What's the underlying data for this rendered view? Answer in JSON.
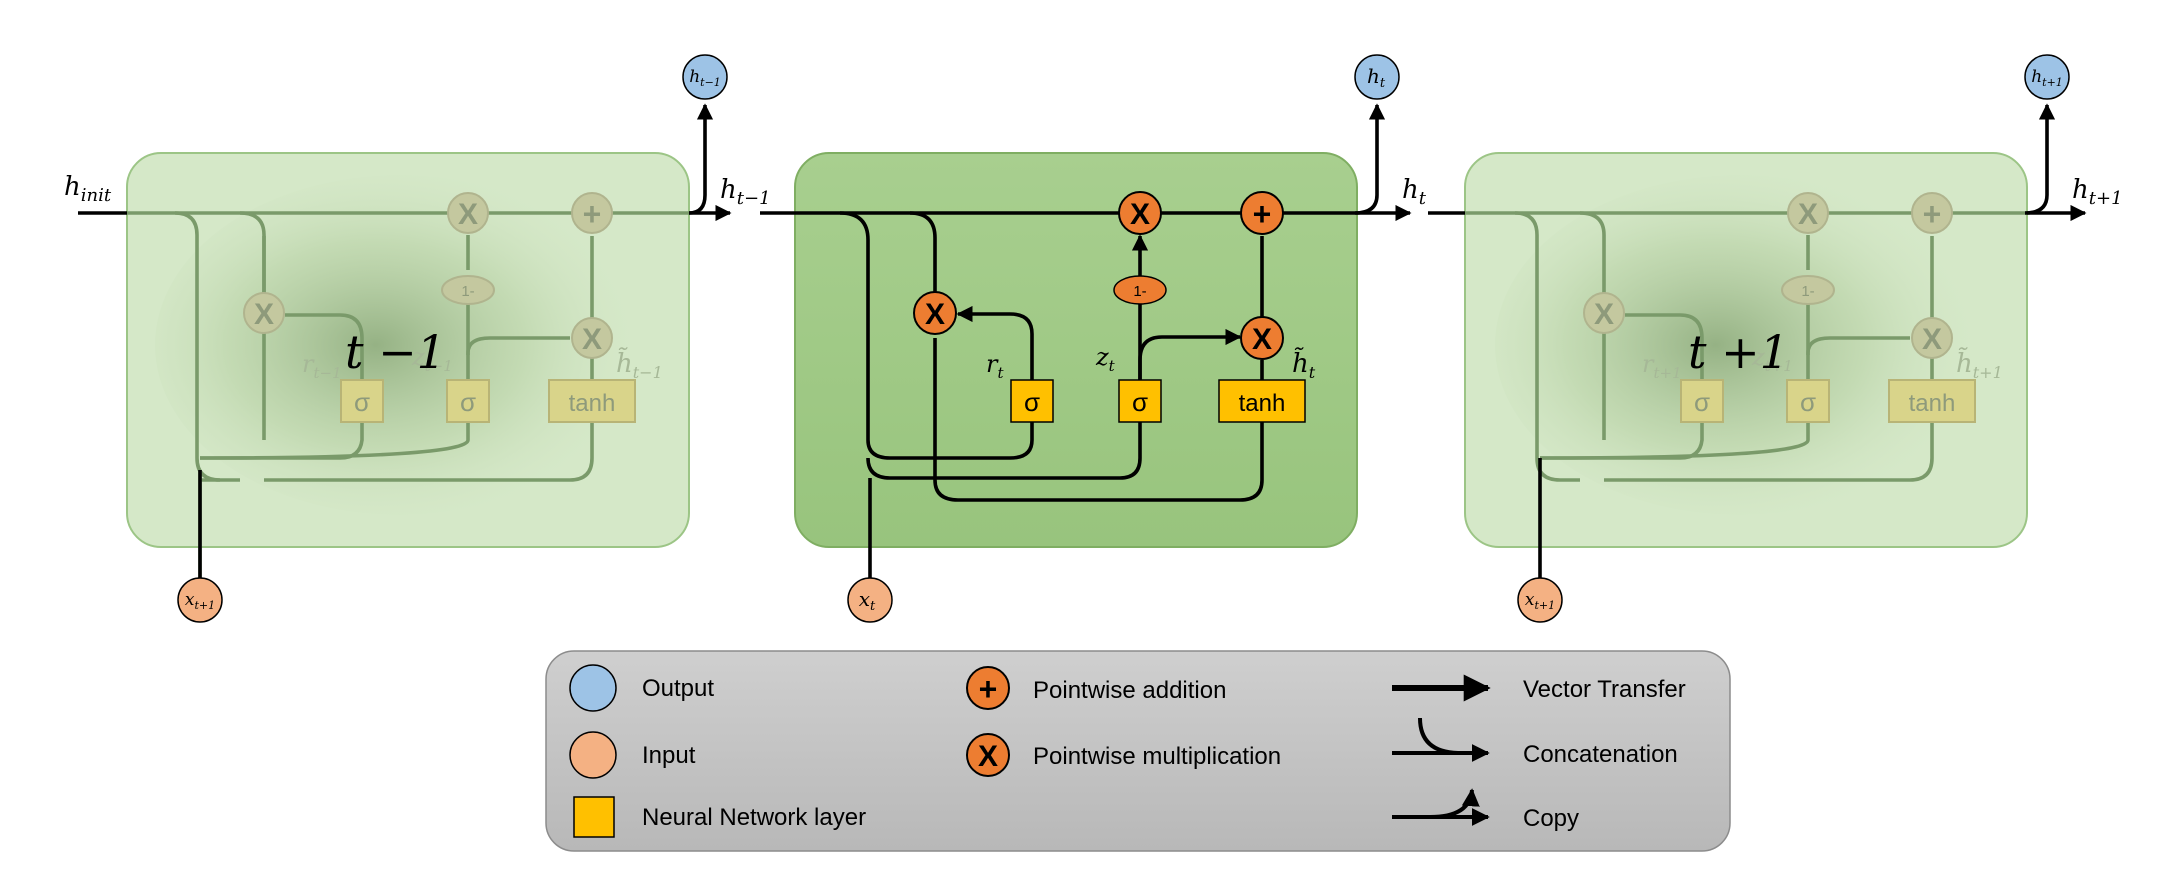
{
  "cells": {
    "prev": {
      "step_label": "t −1",
      "input_main": "h",
      "input_sub": "init",
      "output_main": "h",
      "output_sub": "t−1",
      "top_out_main": "h",
      "top_out_sub": "t−1",
      "x_main": "x",
      "x_sub": "t+1",
      "r_main": "r",
      "r_sub": "t−1",
      "z_main": "z",
      "z_sub": "t−1",
      "htilde_main": "h̃",
      "htilde_sub": "t−1"
    },
    "current": {
      "output_main": "h",
      "output_sub": "t",
      "top_out_main": "h",
      "top_out_sub": "t",
      "x_main": "x",
      "x_sub": "t",
      "r_main": "r",
      "r_sub": "t",
      "z_main": "z",
      "z_sub": "t",
      "htilde_main": "h̃",
      "htilde_sub": "t"
    },
    "next": {
      "step_label": "t +1",
      "output_main": "h",
      "output_sub": "t+1",
      "top_out_main": "h",
      "top_out_sub": "t+1",
      "x_main": "x",
      "x_sub": "t+1",
      "r_main": "r",
      "r_sub": "t+1",
      "z_main": "z",
      "z_sub": "t+1",
      "htilde_main": "h̃",
      "htilde_sub": "t+1"
    }
  },
  "ops": {
    "sigma": "σ",
    "tanh": "tanh",
    "mult": "X",
    "add": "+",
    "one_minus": "1-"
  },
  "legend": {
    "output": "Output",
    "input": "Input",
    "nn_layer": "Neural Network layer",
    "add": "Pointwise addition",
    "mult": "Pointwise multiplication",
    "vector_transfer": "Vector Transfer",
    "concatenation": "Concatenation",
    "copy": "Copy"
  },
  "colors": {
    "output_blue": "#9dc3e6",
    "input_orange": "#f4b183",
    "gate_yellow": "#ffc000",
    "op_orange": "#ed7d31",
    "cell_green": "#a9d18e",
    "cell_faded": "#d5e8c8",
    "legend_gray": "#bfbfbf"
  }
}
